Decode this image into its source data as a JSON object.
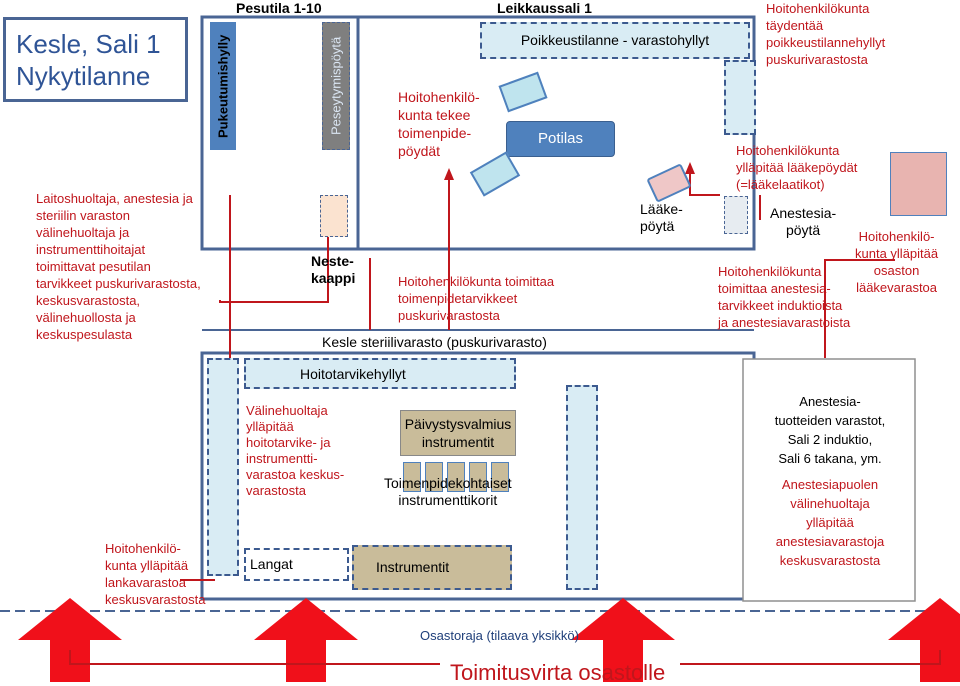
{
  "title": "Kesle, Sali 1\nNykytilanne",
  "headers": {
    "pesutila": "Pesutila 1-10",
    "leikkaussali": "Leikkaussali 1"
  },
  "labels": {
    "pukeutumishylly": "Pukeutumishylly",
    "peseytymispoyta": "Peseytymispöytä",
    "poikkeustilanne": "Poikkeustilanne - varastohyllyt",
    "potilas": "Potilas",
    "laakepoyta": "Lääke-\npöytä",
    "anestesiapoyta": "Anestesia-\npöytä",
    "nestekaappi": "Neste-\nkaappi",
    "kesle_varasto": "Kesle steriilivarasto (puskurivarasto)",
    "hoitotarvikehyllyt": "Hoitotarvikehyllyt",
    "paivystysvalmius": "Päivystysvalmius\ninstrumentit",
    "toimenpidekohtaiset": "Toimenpidekohtaiset\ninstrumenttikorit",
    "langat": "Langat",
    "instrumentit": "Instrumentit",
    "osastoraja": "Osastoraja (tilaava yksikkö)",
    "toimitusvirta": "Toimitusvirta osastolle",
    "anestesiatuotteet": "Anestesia-\ntuotteiden varastot,\nSali 2 induktio,\nSali 6 takana, ym."
  },
  "annotations": {
    "laitoshuoltaja": "Laitoshuoltaja, anestesia ja\nsteriilin varaston\nvälinehuoltaja ja\ninstrumenttihoitajat\ntoimittavat pesutilan\ntarvikkeet puskurivarastosta,\nkeskusvarastosta,\nvälinehuollosta ja\nkeskuspesulasta",
    "hoitohenkilokunta_tekee": "Hoitohenkilö-\nkunta tekee\ntoimenpide-\npöydät",
    "hoitohenkilokunta_taydentaa": "Hoitohenkilökunta\ntäydentää\npoikkeustilannehyllyt\npuskurivarastosta",
    "hoitohenkilokunta_laakepoydat": "Hoitohenkilökunta\nylläpitää lääkepöydät\n(=lääkelaatikot)",
    "hoitohenkilokunta_osaston": "Hoitohenkilö-\nkunta ylläpitää\nosaston\nlääkevarastoa",
    "hoitohenkilokunta_anestesia": "Hoitohenkilökunta\ntoimittaa anestesia-\ntarvikkeet induktioista\nja anestesiavarastoista",
    "hoitohenkilokunta_toimittaa": "Hoitohenkilökunta toimittaa\ntoimenpidetarvikkeet\npuskurivarastosta",
    "valinehuolto": "Välinehuoltaja\nylläpitää\nhoitotarvike- ja\ninstrumentti-\nvarastoa keskus-\nvarastosta",
    "lankavarasto": "Hoitohenkilö-\nkunta ylläpitää\nlankavarastoa\nkeskusvarastosta",
    "anestesiapuolen": "Anestesiapuolen\nvälinehuoltaja\nylläpitää\nanestesiavarastoja\nkeskusvarastosta"
  },
  "colors": {
    "red": "#c0161c",
    "frame": "#4a6594",
    "light_blue": "#d9ecf4",
    "mid_blue": "#4f81bd",
    "tan": "#c9bc9a",
    "pink": "#efc7c7",
    "peach": "#fbe3d0"
  }
}
